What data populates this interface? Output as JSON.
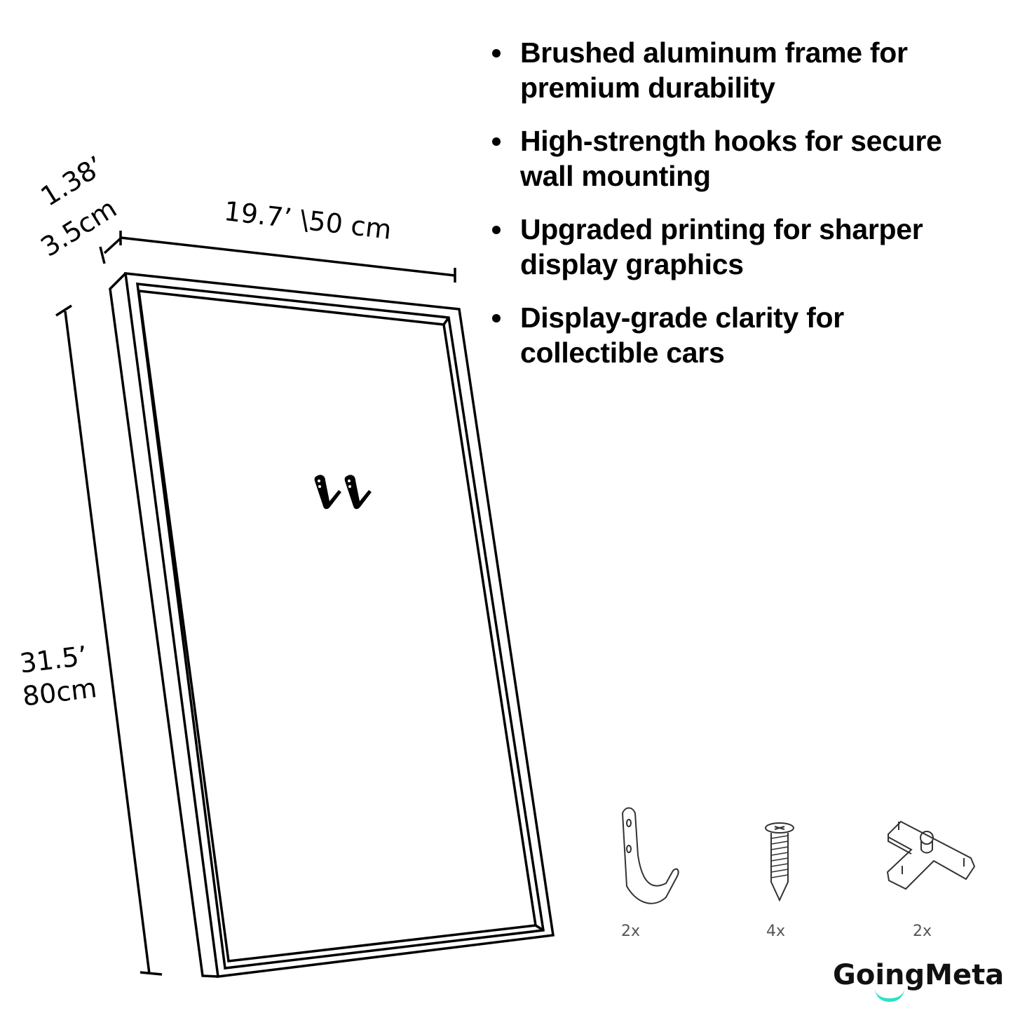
{
  "dimensions": {
    "depth": {
      "imperial": "1.38’",
      "metric": "3.5cm"
    },
    "width": {
      "label": "19.7’  \\50 cm"
    },
    "height": {
      "imperial": "31.5’",
      "metric": "80cm"
    }
  },
  "features": [
    {
      "line1": "Brushed aluminum frame for",
      "line2": "premium durability"
    },
    {
      "line1": "High-strength hooks for secure",
      "line2": "wall mounting"
    },
    {
      "line1": "Upgraded printing for sharper",
      "line2": "display graphics"
    },
    {
      "line1": "Display-grade clarity for",
      "line2": "collectible cars"
    }
  ],
  "accessories": [
    {
      "icon": "wall-hook-icon",
      "quantity": "2x"
    },
    {
      "icon": "screw-icon",
      "quantity": "4x"
    },
    {
      "icon": "mounting-bracket-icon",
      "quantity": "2x"
    }
  ],
  "brand": {
    "name": "GoingMeta",
    "accent_color": "#2fe0c6"
  }
}
